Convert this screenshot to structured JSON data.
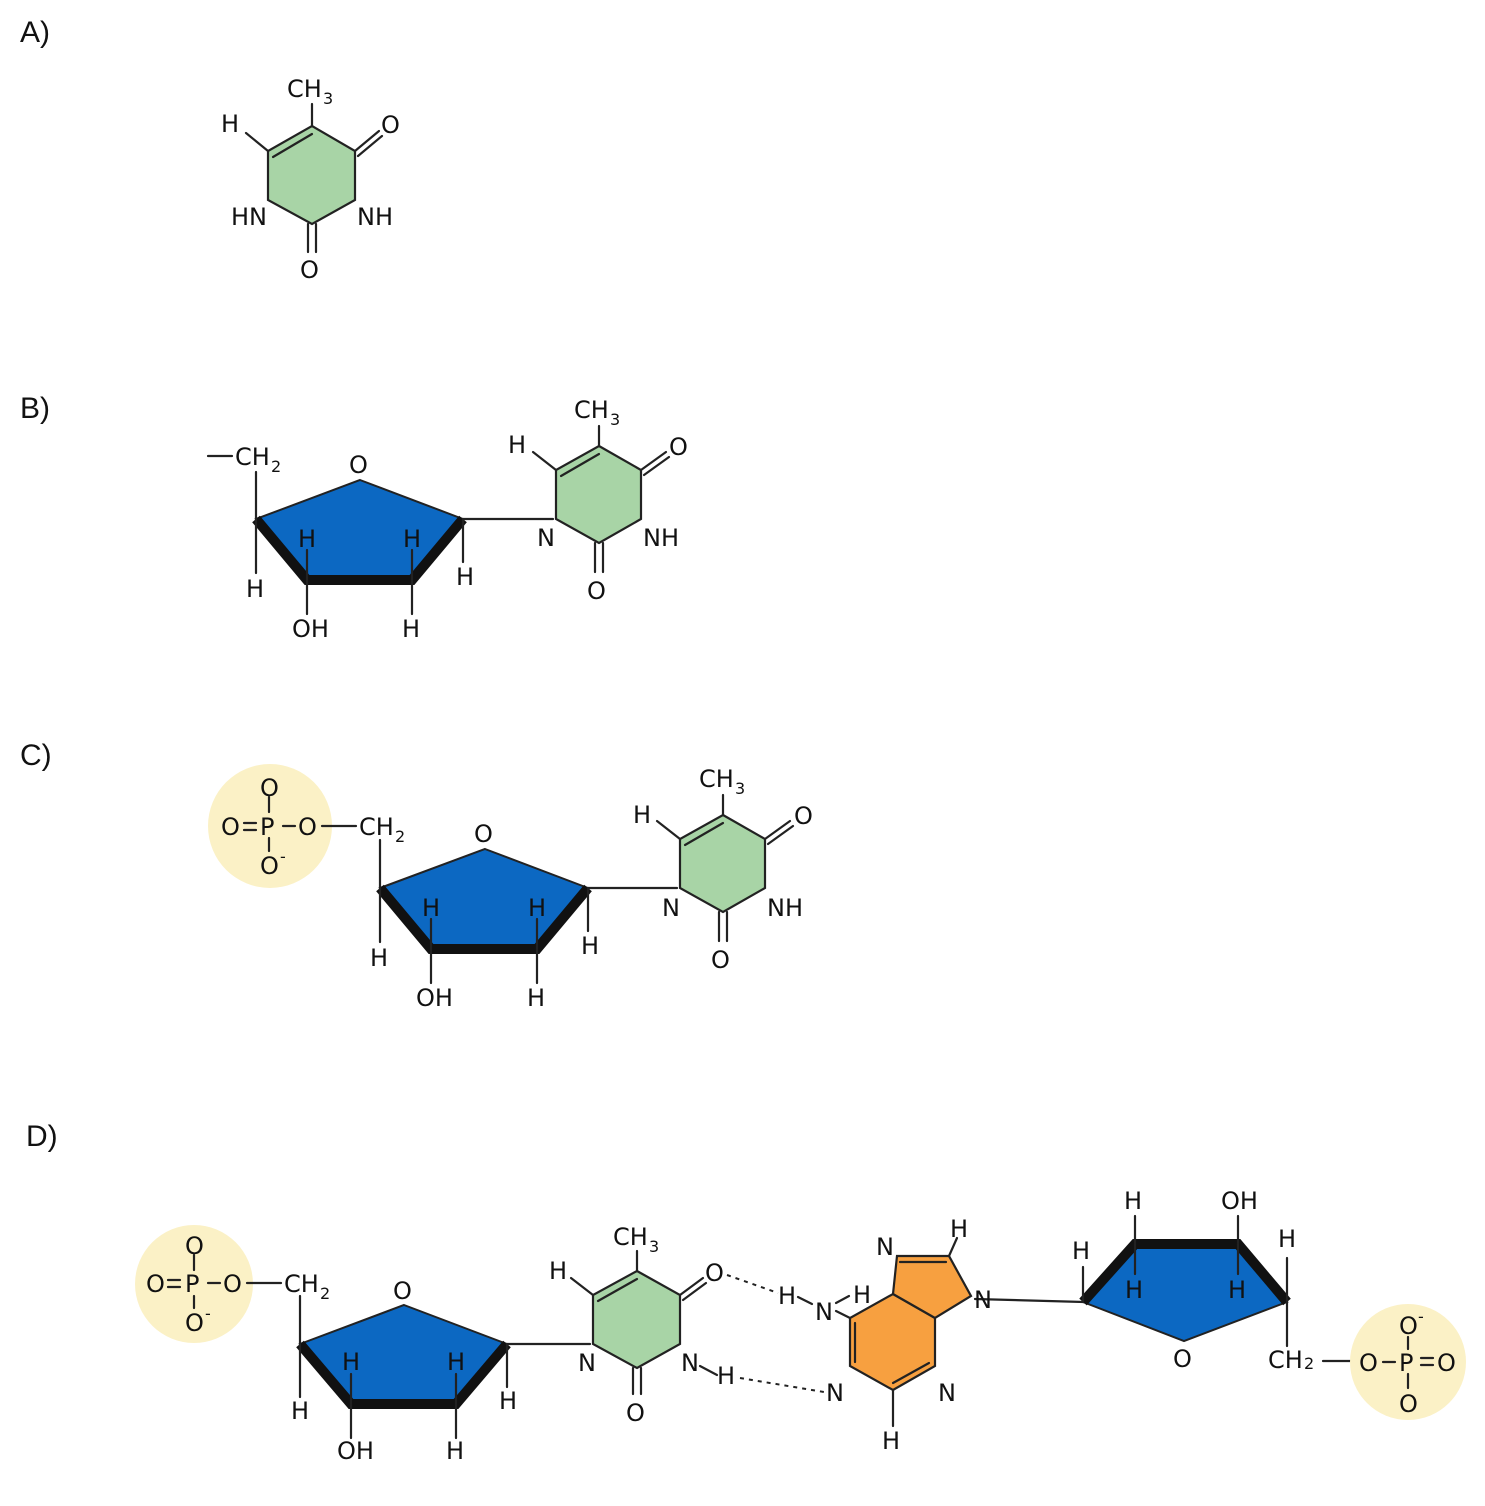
{
  "panels": [
    {
      "label": "A)"
    },
    {
      "label": "B)"
    },
    {
      "label": "C)"
    },
    {
      "label": "D)"
    }
  ],
  "atoms": {
    "H": "H",
    "O": "O",
    "N": "N",
    "HN": "HN",
    "NH": "NH",
    "OH": "OH",
    "CH": "CH",
    "CH2": "CH2",
    "sub2": "2",
    "sub3": "3",
    "P": "P",
    "minus": "-"
  },
  "colors": {
    "pyrimidine": "#a8d4a6",
    "purine": "#f7a040",
    "sugar": "#0c68c2",
    "phosphate": "#fbf1c6"
  }
}
